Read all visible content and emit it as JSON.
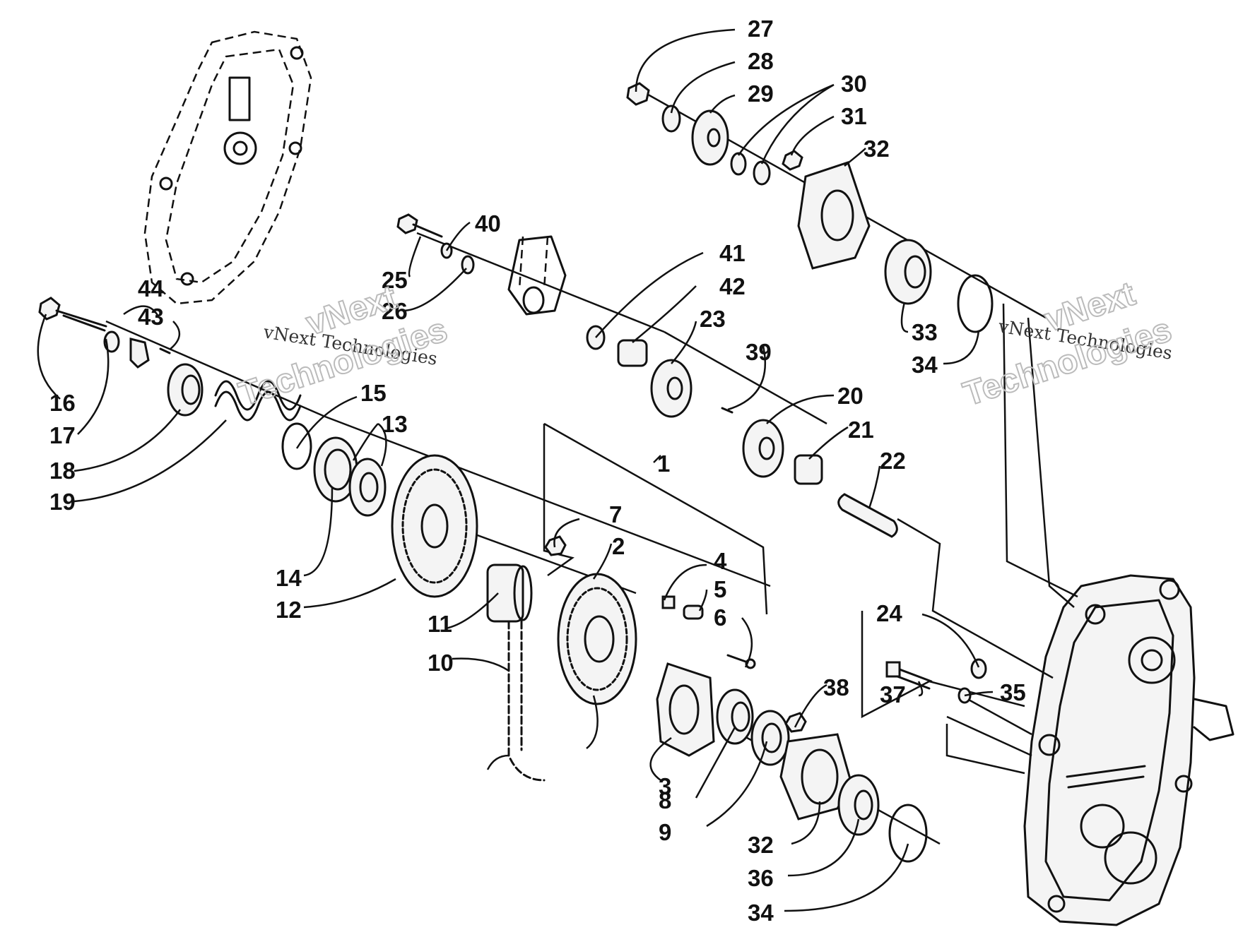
{
  "watermark": {
    "brand": "vNext",
    "line": "vNext Technologies",
    "word": "Technologies"
  },
  "callouts": [
    {
      "id": "1",
      "label": "1"
    },
    {
      "id": "2",
      "label": "2"
    },
    {
      "id": "3",
      "label": "3"
    },
    {
      "id": "4",
      "label": "4"
    },
    {
      "id": "5",
      "label": "5"
    },
    {
      "id": "6",
      "label": "6"
    },
    {
      "id": "7",
      "label": "7"
    },
    {
      "id": "8",
      "label": "8"
    },
    {
      "id": "9",
      "label": "9"
    },
    {
      "id": "10",
      "label": "10"
    },
    {
      "id": "11",
      "label": "11"
    },
    {
      "id": "12",
      "label": "12"
    },
    {
      "id": "13",
      "label": "13"
    },
    {
      "id": "14",
      "label": "14"
    },
    {
      "id": "15",
      "label": "15"
    },
    {
      "id": "16",
      "label": "16"
    },
    {
      "id": "17",
      "label": "17"
    },
    {
      "id": "18",
      "label": "18"
    },
    {
      "id": "19",
      "label": "19"
    },
    {
      "id": "20",
      "label": "20"
    },
    {
      "id": "21",
      "label": "21"
    },
    {
      "id": "22",
      "label": "22"
    },
    {
      "id": "23",
      "label": "23"
    },
    {
      "id": "24",
      "label": "24"
    },
    {
      "id": "25",
      "label": "25"
    },
    {
      "id": "26",
      "label": "26"
    },
    {
      "id": "27",
      "label": "27"
    },
    {
      "id": "28",
      "label": "28"
    },
    {
      "id": "29",
      "label": "29"
    },
    {
      "id": "30",
      "label": "30"
    },
    {
      "id": "31",
      "label": "31"
    },
    {
      "id": "32a",
      "label": "32"
    },
    {
      "id": "32b",
      "label": "32"
    },
    {
      "id": "33",
      "label": "33"
    },
    {
      "id": "34a",
      "label": "34"
    },
    {
      "id": "34b",
      "label": "34"
    },
    {
      "id": "35",
      "label": "35"
    },
    {
      "id": "36",
      "label": "36"
    },
    {
      "id": "37",
      "label": "37"
    },
    {
      "id": "38",
      "label": "38"
    },
    {
      "id": "39",
      "label": "39"
    },
    {
      "id": "40",
      "label": "40"
    },
    {
      "id": "41",
      "label": "41"
    },
    {
      "id": "42",
      "label": "42"
    },
    {
      "id": "43",
      "label": "43"
    },
    {
      "id": "44",
      "label": "44"
    }
  ]
}
